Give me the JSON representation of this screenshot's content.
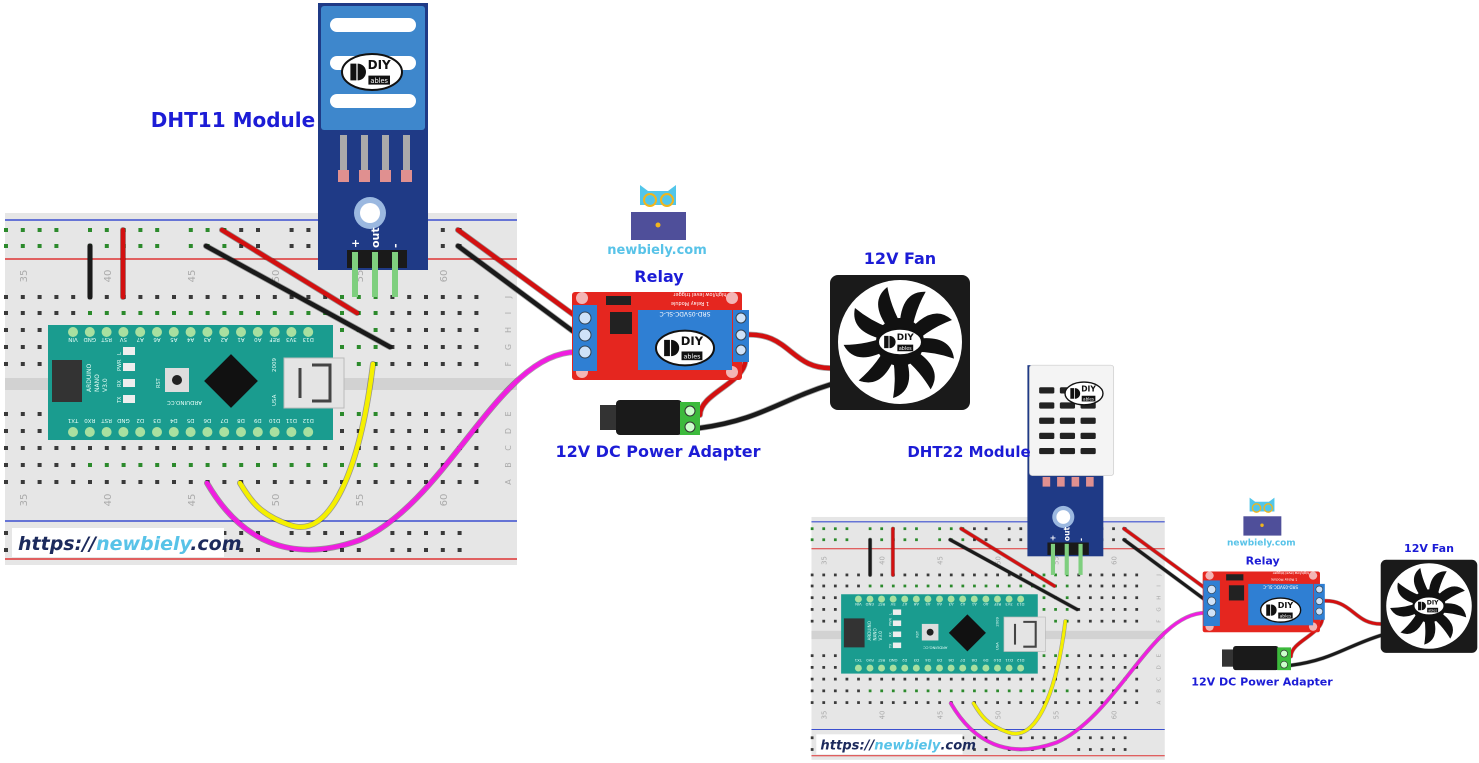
{
  "colors": {
    "label": "#1c1cd6",
    "nano": "#1a9c8f",
    "relay": "#e5261f",
    "terminal": "#2f7fd3",
    "sensor_board": "#1f3a86",
    "wire_red": "#d31010",
    "wire_black": "#1a1a1a",
    "wire_yellow": "#f5f000",
    "wire_magenta": "#f01ee0"
  },
  "diagrams": [
    {
      "sensor_label": "DHT11 Module",
      "sensor_type": "dht11",
      "relay_label": "Relay",
      "fan_label": "12V Fan",
      "adapter_label": "12V DC Power Adapter",
      "brand_text": "newbiely.com",
      "url_prefix": "https://",
      "url_name": "newbiely",
      "url_suffix": ".com",
      "column_numbers": [
        "35",
        "40",
        "45",
        "50",
        "55",
        "60"
      ],
      "row_letters": [
        "J",
        "I",
        "H",
        "G",
        "F",
        "E",
        "D",
        "C",
        "B",
        "A"
      ],
      "header_pins": [
        "+",
        "out",
        "-"
      ],
      "logo_text": [
        "DIY",
        "ables"
      ]
    },
    {
      "sensor_label": "DHT22 Module",
      "sensor_type": "dht22",
      "relay_label": "Relay",
      "fan_label": "12V Fan",
      "adapter_label": "12V DC Power Adapter",
      "brand_text": "newbiely.com",
      "url_prefix": "https://",
      "url_name": "newbiely",
      "url_suffix": ".com",
      "column_numbers": [
        "35",
        "40",
        "45",
        "50",
        "55",
        "60"
      ],
      "row_letters": [
        "J",
        "I",
        "H",
        "G",
        "F",
        "E",
        "D",
        "C",
        "B",
        "A"
      ],
      "header_pins": [
        "+",
        "out",
        "-"
      ],
      "logo_text": [
        "DIY",
        "ables"
      ]
    }
  ],
  "nano": {
    "top_pins": [
      "VIN",
      "GND",
      "RST",
      "5V",
      "A7",
      "A6",
      "A5",
      "A4",
      "A3",
      "A2",
      "A1",
      "A0",
      "REF",
      "3V3",
      "D13"
    ],
    "bottom_pins": [
      "TX1",
      "RX0",
      "RST",
      "GND",
      "D2",
      "D3",
      "D4",
      "D5",
      "D6",
      "D7",
      "D8",
      "D9",
      "D10",
      "D11",
      "D12"
    ],
    "board_text": [
      "ARDUINO",
      "NANO",
      "V3.0"
    ],
    "site_text": "ARDUINO.CC",
    "leds": [
      "L",
      "PWR",
      "RX",
      "TX"
    ],
    "button": "RST",
    "usb_text": [
      "2009",
      "USA"
    ]
  },
  "relay_board": {
    "model": "SRD-05VDC-SL-C",
    "title": "1 Relay Module",
    "subtitle": "high/low level trigger"
  }
}
